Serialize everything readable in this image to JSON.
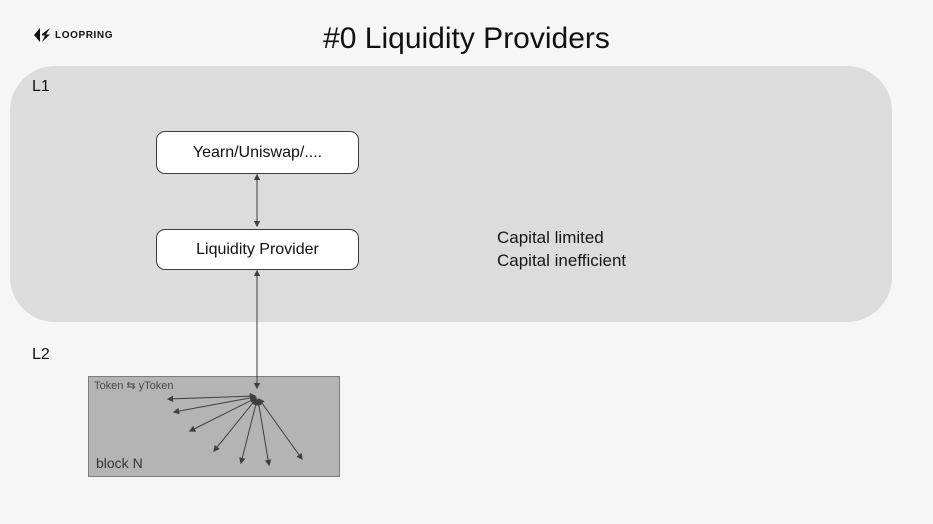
{
  "header": {
    "logo_text": "LOOPRING",
    "title": "#0 Liquidity Providers"
  },
  "l1": {
    "label": "L1",
    "boxes": {
      "top": "Yearn/Uniswap/....",
      "bottom": "Liquidity Provider"
    },
    "notes": [
      "Capital limited",
      "Capital inefficient"
    ]
  },
  "l2": {
    "label": "L2",
    "token_label": "Token ⇆ yToken",
    "block_label": "block N"
  },
  "colors": {
    "page_bg": "#f6f6f6",
    "l1_bg": "#dcdcdc",
    "l2_bg": "#b4b4b4",
    "arrow": "#3f3f3f"
  }
}
